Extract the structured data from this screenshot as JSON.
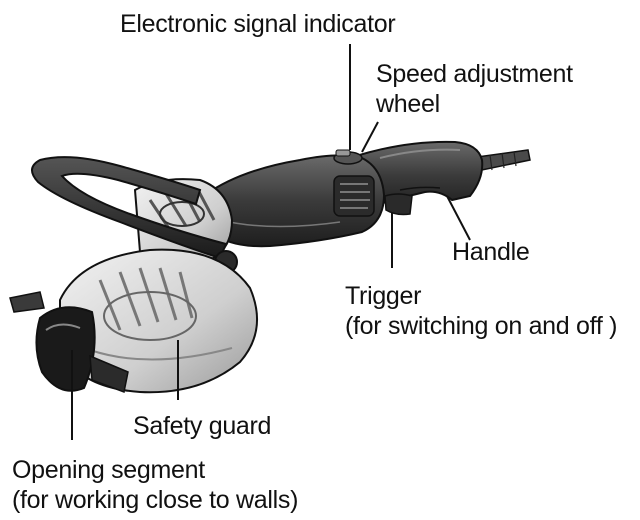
{
  "labels": {
    "electronic_signal_indicator": "Electronic signal indicator",
    "speed_adjustment_line1": "Speed adjustment",
    "speed_adjustment_line2": "wheel",
    "handle": "Handle",
    "trigger_line1": "Trigger",
    "trigger_line2": "(for switching on and off )",
    "safety_guard": "Safety guard",
    "opening_segment_line1": "Opening segment",
    "opening_segment_line2": "(for working close to walls)"
  },
  "colors": {
    "body_dark": "#3a3a3a",
    "body_mid": "#5c5c5c",
    "guard_light": "#d9d9d9",
    "leader_line": "#111111"
  }
}
